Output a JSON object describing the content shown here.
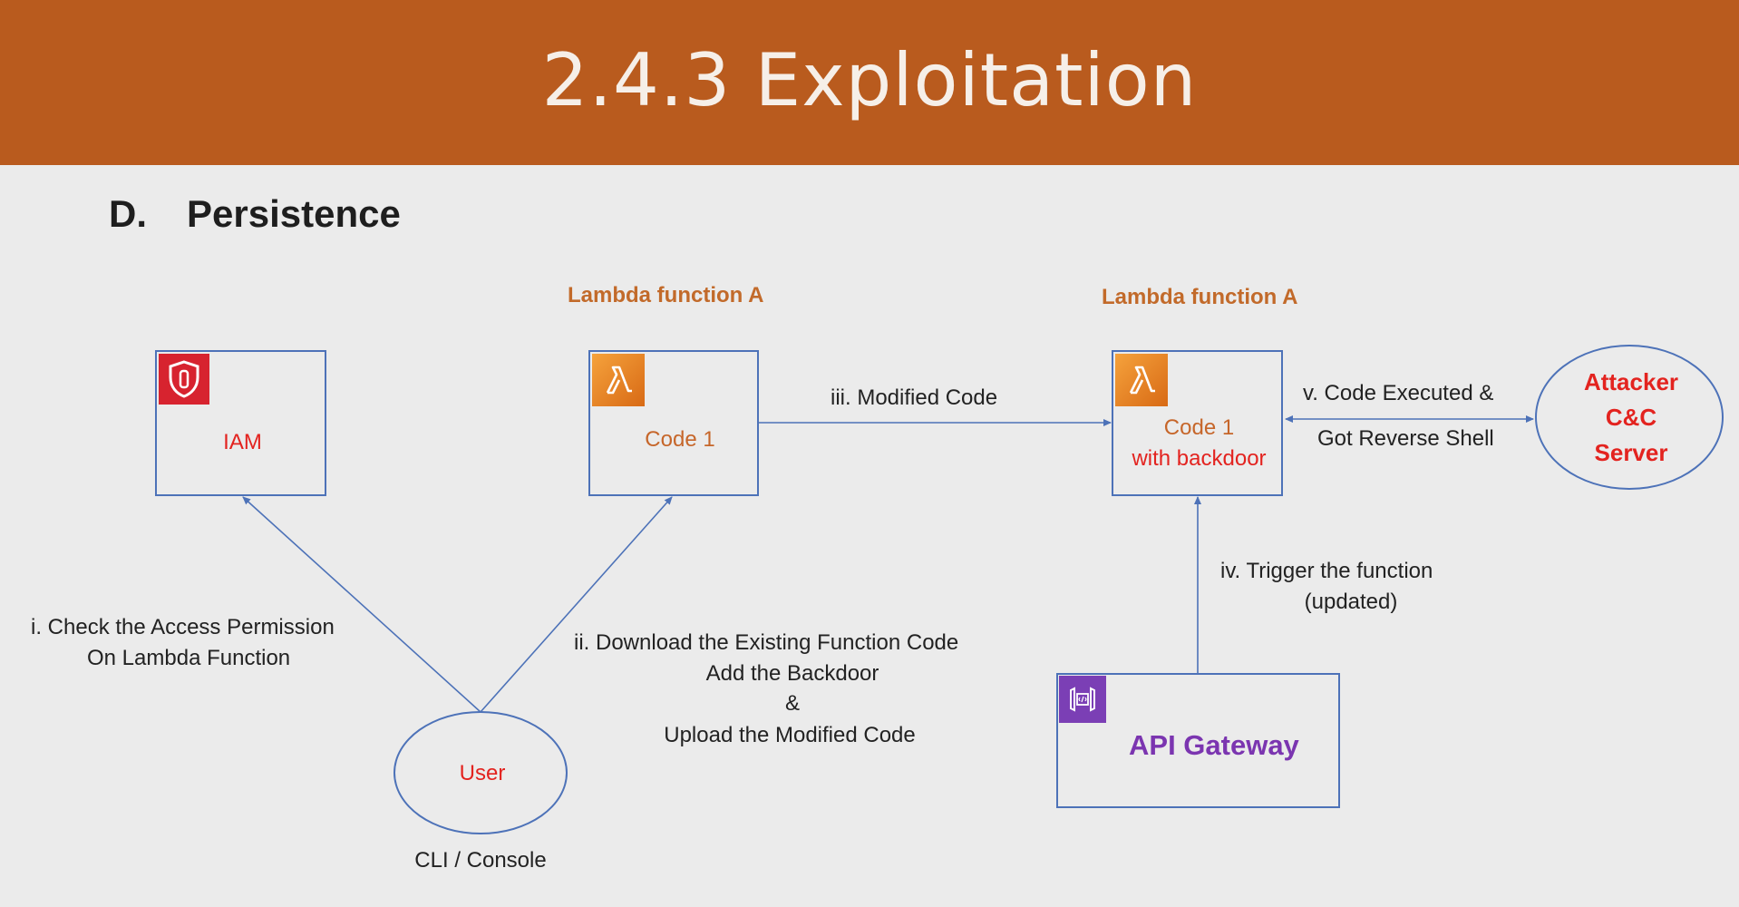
{
  "header": {
    "title": "2.4.3  Exploitation"
  },
  "section": {
    "letter": "D.",
    "title": "Persistence"
  },
  "nodes": {
    "iam": {
      "label": "IAM",
      "icon": "iam-shield-icon"
    },
    "lambda_original": {
      "heading": "Lambda function A",
      "label": "Code 1",
      "icon": "lambda-icon"
    },
    "lambda_backdoor": {
      "heading": "Lambda function A",
      "line1": "Code 1",
      "line2": "with backdoor",
      "icon": "lambda-icon"
    },
    "attacker": {
      "line1": "Attacker",
      "line2": "C&C",
      "line3": "Server"
    },
    "user": {
      "label": "User",
      "caption": "CLI / Console"
    },
    "api_gateway": {
      "label": "API Gateway",
      "icon": "api-gateway-icon"
    }
  },
  "steps": {
    "i": {
      "line1": "i.   Check the Access Permission",
      "line2": "On Lambda Function"
    },
    "ii": {
      "line1": "ii.   Download the Existing  Function Code",
      "line2": "Add the Backdoor",
      "line3": "&",
      "line4": "Upload the Modified Code"
    },
    "iii": {
      "label": "iii.   Modified Code"
    },
    "iv": {
      "line1": "iv.  Trigger the function",
      "line2": "(updated)"
    },
    "v": {
      "line1": "v.   Code Executed &",
      "line2": "Got Reverse Shell"
    }
  },
  "colors": {
    "header": "#b95b1e",
    "background": "#ebebeb",
    "connector": "#4d72b8",
    "label_orange": "#c26a2a",
    "label_red": "#e3231f",
    "api_purple": "#7b35b0"
  }
}
